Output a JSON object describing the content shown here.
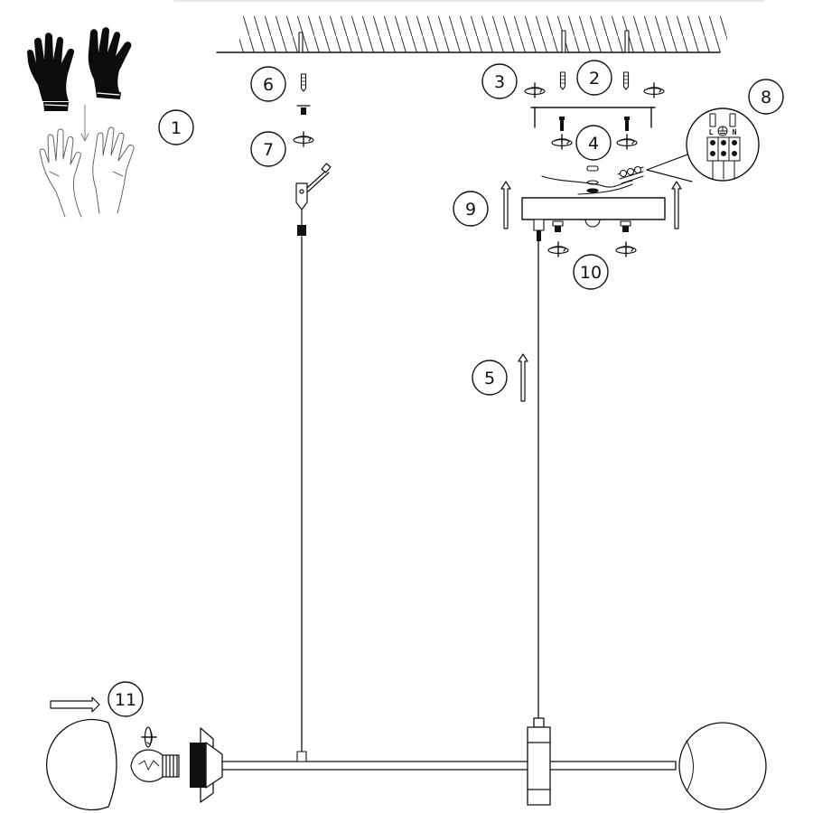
{
  "steps": [
    {
      "id": "1",
      "label": "1"
    },
    {
      "id": "2",
      "label": "2"
    },
    {
      "id": "3",
      "label": "3"
    },
    {
      "id": "4",
      "label": "4"
    },
    {
      "id": "5",
      "label": "5"
    },
    {
      "id": "6",
      "label": "6"
    },
    {
      "id": "7",
      "label": "7"
    },
    {
      "id": "8",
      "label": "8"
    },
    {
      "id": "9",
      "label": "9"
    },
    {
      "id": "10",
      "label": "10"
    },
    {
      "id": "11",
      "label": "11"
    }
  ],
  "terminal_labels": {
    "live": "L",
    "neutral": "N"
  },
  "colors": {
    "line": "#111111",
    "background": "#ffffff",
    "glove": "#0c0c0c",
    "hatch": "#333333"
  },
  "icons": [
    "glove-icon",
    "hand-outline-icon",
    "wall-plug-icon",
    "screw-icon",
    "rotation-arrow-icon",
    "up-arrow-icon",
    "right-arrow-icon",
    "light-bulb-icon",
    "terminal-block-icon",
    "ground-symbol-icon"
  ]
}
